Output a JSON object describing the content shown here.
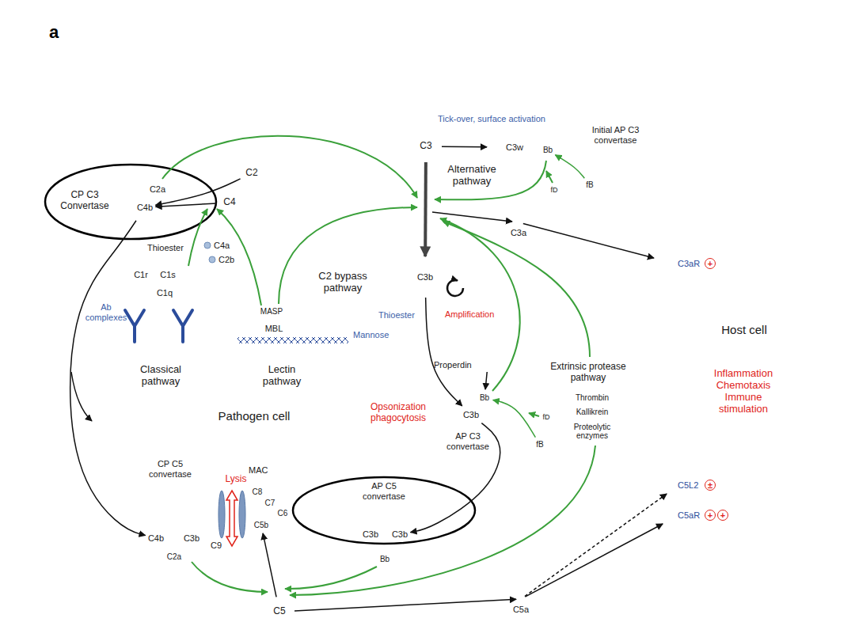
{
  "diagram": {
    "nodes": [
      {
        "text": [
          "Pathogen cell",
          "Opsonization phagocytosis",
          "Lysis"
        ]
      },
      {
        "text": [
          "Classical pathway"
        ],
        "in": 0
      },
      {
        "text": [
          "Lectin pathway"
        ],
        "in": 0
      },
      {
        "text": [
          "Host cell",
          "Inflammation Chemotaxis Immune stimulation"
        ]
      },
      {
        "text": [
          "C4b"
        ]
      },
      {
        "text": [
          "C2a"
        ]
      },
      {
        "text": [
          "C2"
        ]
      },
      {
        "text": [
          "C4"
        ]
      },
      {
        "text": [
          "C1q"
        ]
      },
      {
        "text": [
          "C1r"
        ]
      },
      {
        "text": [
          "C1s"
        ]
      },
      {
        "text": [
          "C2 bypass pathway"
        ]
      },
      {
        "text": [
          "MBL"
        ]
      },
      {
        "text": [
          "MASP"
        ]
      },
      {
        "text": [
          "C3"
        ]
      },
      {
        "text": [
          "C3w"
        ]
      },
      {
        "text": [
          "Bb"
        ]
      },
      {
        "text": [
          "Alternative pathway"
        ]
      },
      {
        "text": [
          "fD"
        ]
      },
      {
        "text": [
          "fB"
        ]
      },
      {
        "text": [
          "C3a"
        ]
      },
      {
        "text": [
          "C3aR"
        ]
      },
      {
        "text": [
          "C3b"
        ]
      },
      {
        "text": [
          "Properdin"
        ]
      },
      {
        "text": [
          "C3b"
        ]
      },
      {
        "text": [
          "Bb"
        ]
      },
      {
        "text": [
          "fD"
        ]
      },
      {
        "text": [
          "fB"
        ]
      },
      {
        "text": [
          "Extrinsic protease pathway"
        ]
      },
      {
        "text": [
          "Thrombin"
        ]
      },
      {
        "text": [
          "Kallikrein"
        ]
      },
      {
        "text": [
          "Proteolytic enzymes"
        ]
      },
      {
        "text": [
          "C4b"
        ]
      },
      {
        "text": [
          "C3b"
        ]
      },
      {
        "text": [
          "C2a"
        ]
      },
      {
        "text": [
          "C8"
        ]
      },
      {
        "text": [
          "C7"
        ]
      },
      {
        "text": [
          "C6"
        ]
      },
      {
        "text": [
          "C5b"
        ]
      },
      {
        "text": [
          "C3b"
        ]
      },
      {
        "text": [
          "C3b"
        ]
      },
      {
        "text": [
          "Bb"
        ]
      },
      {
        "text": [
          "C5L2"
        ]
      },
      {
        "text": [
          "C5aR"
        ]
      },
      {
        "text": [
          "C5a"
        ]
      },
      {
        "text": [
          "C5"
        ]
      }
    ],
    "edges": [
      {
        "from": 14,
        "to": 15,
        "arrow": "to"
      },
      {
        "from": 14,
        "to": 22,
        "arrow": "to"
      },
      {
        "from": 6,
        "to": 4,
        "arrow": "to"
      },
      {
        "from": 7,
        "to": 4,
        "arrow": "to"
      },
      {
        "from": 19,
        "to": 16,
        "arrow": "to"
      },
      {
        "from": 22,
        "to": 24,
        "arrow": "to"
      },
      {
        "from": 27,
        "to": 25,
        "arrow": "to"
      },
      {
        "from": 23,
        "to": 25,
        "arrow": "to"
      },
      {
        "from": 20,
        "to": 21,
        "arrow": "to"
      },
      {
        "from": 44,
        "to": 43,
        "arrow": "to"
      },
      {
        "from": 44,
        "to": 42,
        "arrow": "to"
      },
      {
        "from": 45,
        "to": 38,
        "arrow": "to"
      },
      {
        "from": 4,
        "to": 32,
        "arrow": "to"
      },
      {
        "from": 24,
        "to": 40,
        "arrow": "to"
      },
      {
        "from": 45,
        "to": 44,
        "arrow": "to"
      }
    ],
    "labels": [
      "a",
      "CP C3 Convertase",
      "Thioester",
      "C4a",
      "C2b",
      "Ab complexes",
      "Mannose",
      "Tick-over, surface activation",
      "Initial AP C3 convertase",
      "Thioester",
      "Amplification",
      "AP C3 convertase",
      "CP C5 convertase",
      "MAC",
      "AP C5 convertase",
      "C9",
      "+",
      "±",
      "+",
      "+"
    ]
  }
}
